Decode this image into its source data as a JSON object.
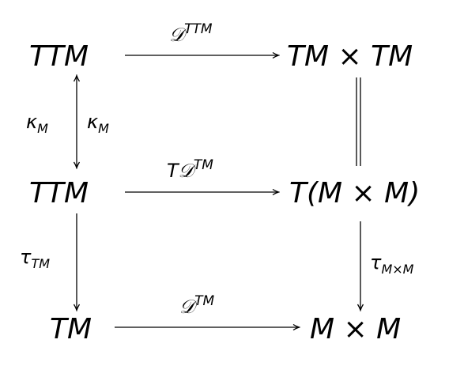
{
  "objects": {
    "top_left": "TTM",
    "top_right": "TM × TM",
    "mid_left": "TTM",
    "mid_right": "T(M × M)",
    "bottom_left": "TM",
    "bottom_right": "M × M"
  },
  "morphisms": {
    "top": {
      "base": "𝒟",
      "sup": "TTM"
    },
    "middle": {
      "prefix": "T",
      "base": "𝒟",
      "sup": "TM"
    },
    "bottom": {
      "base": "𝒟",
      "sup": "TM"
    },
    "kappa_left": {
      "base": "κ",
      "sub": "M"
    },
    "kappa_right": {
      "base": "κ",
      "sub": "M"
    },
    "tau_left": {
      "base": "τ",
      "sub": "TM"
    },
    "tau_right": {
      "base": "τ",
      "sub": "M×M"
    }
  }
}
